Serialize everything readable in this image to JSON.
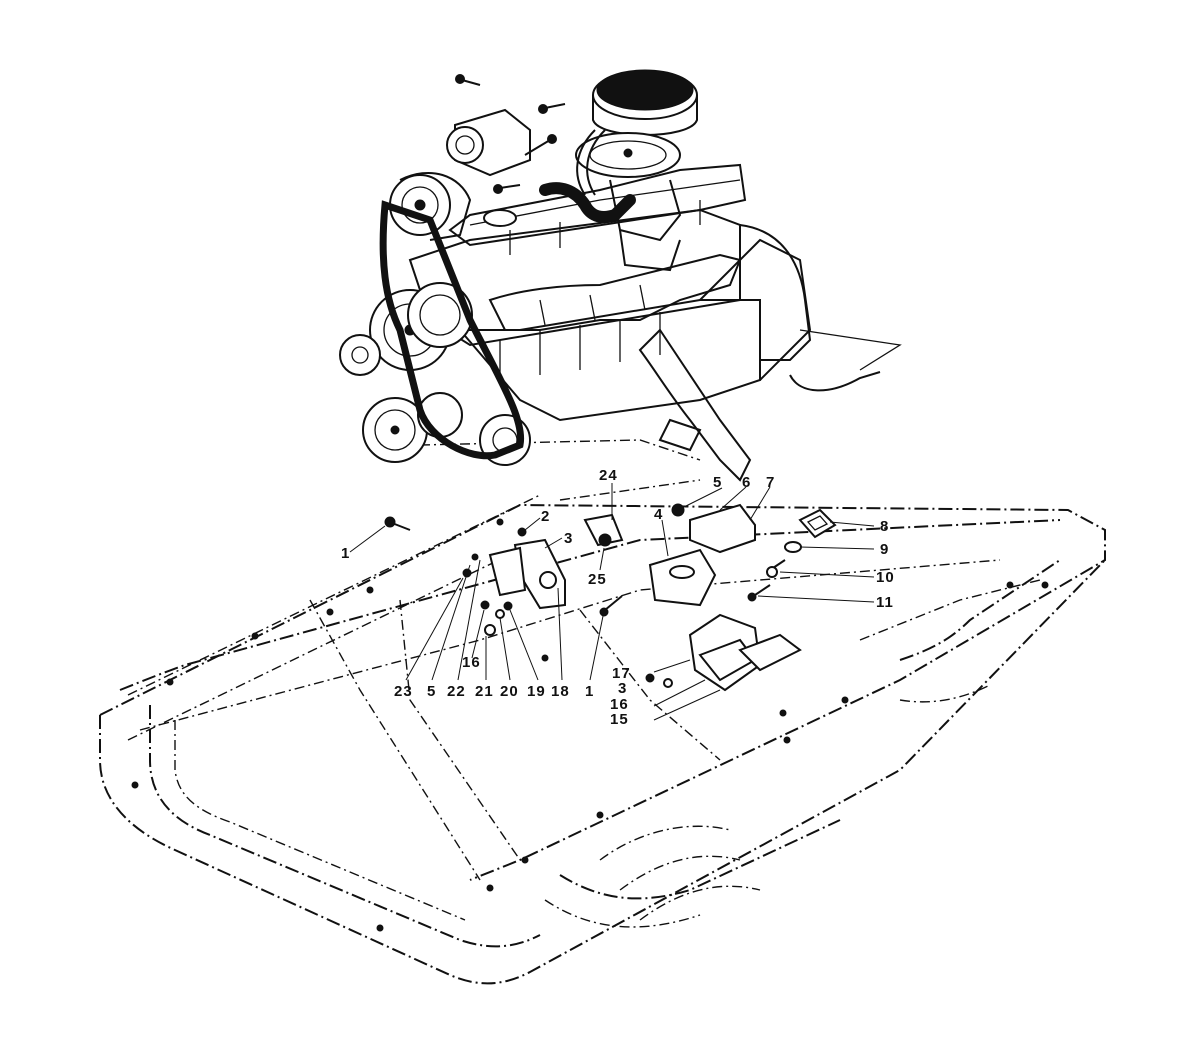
{
  "diagram": {
    "callouts": [
      {
        "id": "c1a",
        "text": "1"
      },
      {
        "id": "c2",
        "text": "2"
      },
      {
        "id": "c3a",
        "text": "3"
      },
      {
        "id": "c24",
        "text": "24"
      },
      {
        "id": "c25",
        "text": "25"
      },
      {
        "id": "c4",
        "text": "4"
      },
      {
        "id": "c5a",
        "text": "5"
      },
      {
        "id": "c6",
        "text": "6"
      },
      {
        "id": "c7",
        "text": "7"
      },
      {
        "id": "c8",
        "text": "8"
      },
      {
        "id": "c9",
        "text": "9"
      },
      {
        "id": "c10",
        "text": "10"
      },
      {
        "id": "c11",
        "text": "11"
      },
      {
        "id": "c16a",
        "text": "16"
      },
      {
        "id": "c23",
        "text": "23"
      },
      {
        "id": "c5b",
        "text": "5"
      },
      {
        "id": "c22",
        "text": "22"
      },
      {
        "id": "c21",
        "text": "21"
      },
      {
        "id": "c20",
        "text": "20"
      },
      {
        "id": "c19",
        "text": "19"
      },
      {
        "id": "c18",
        "text": "18"
      },
      {
        "id": "c1b",
        "text": "1"
      },
      {
        "id": "c17",
        "text": "17"
      },
      {
        "id": "c3b",
        "text": "3"
      },
      {
        "id": "c16b",
        "text": "16"
      },
      {
        "id": "c15",
        "text": "15"
      }
    ]
  }
}
